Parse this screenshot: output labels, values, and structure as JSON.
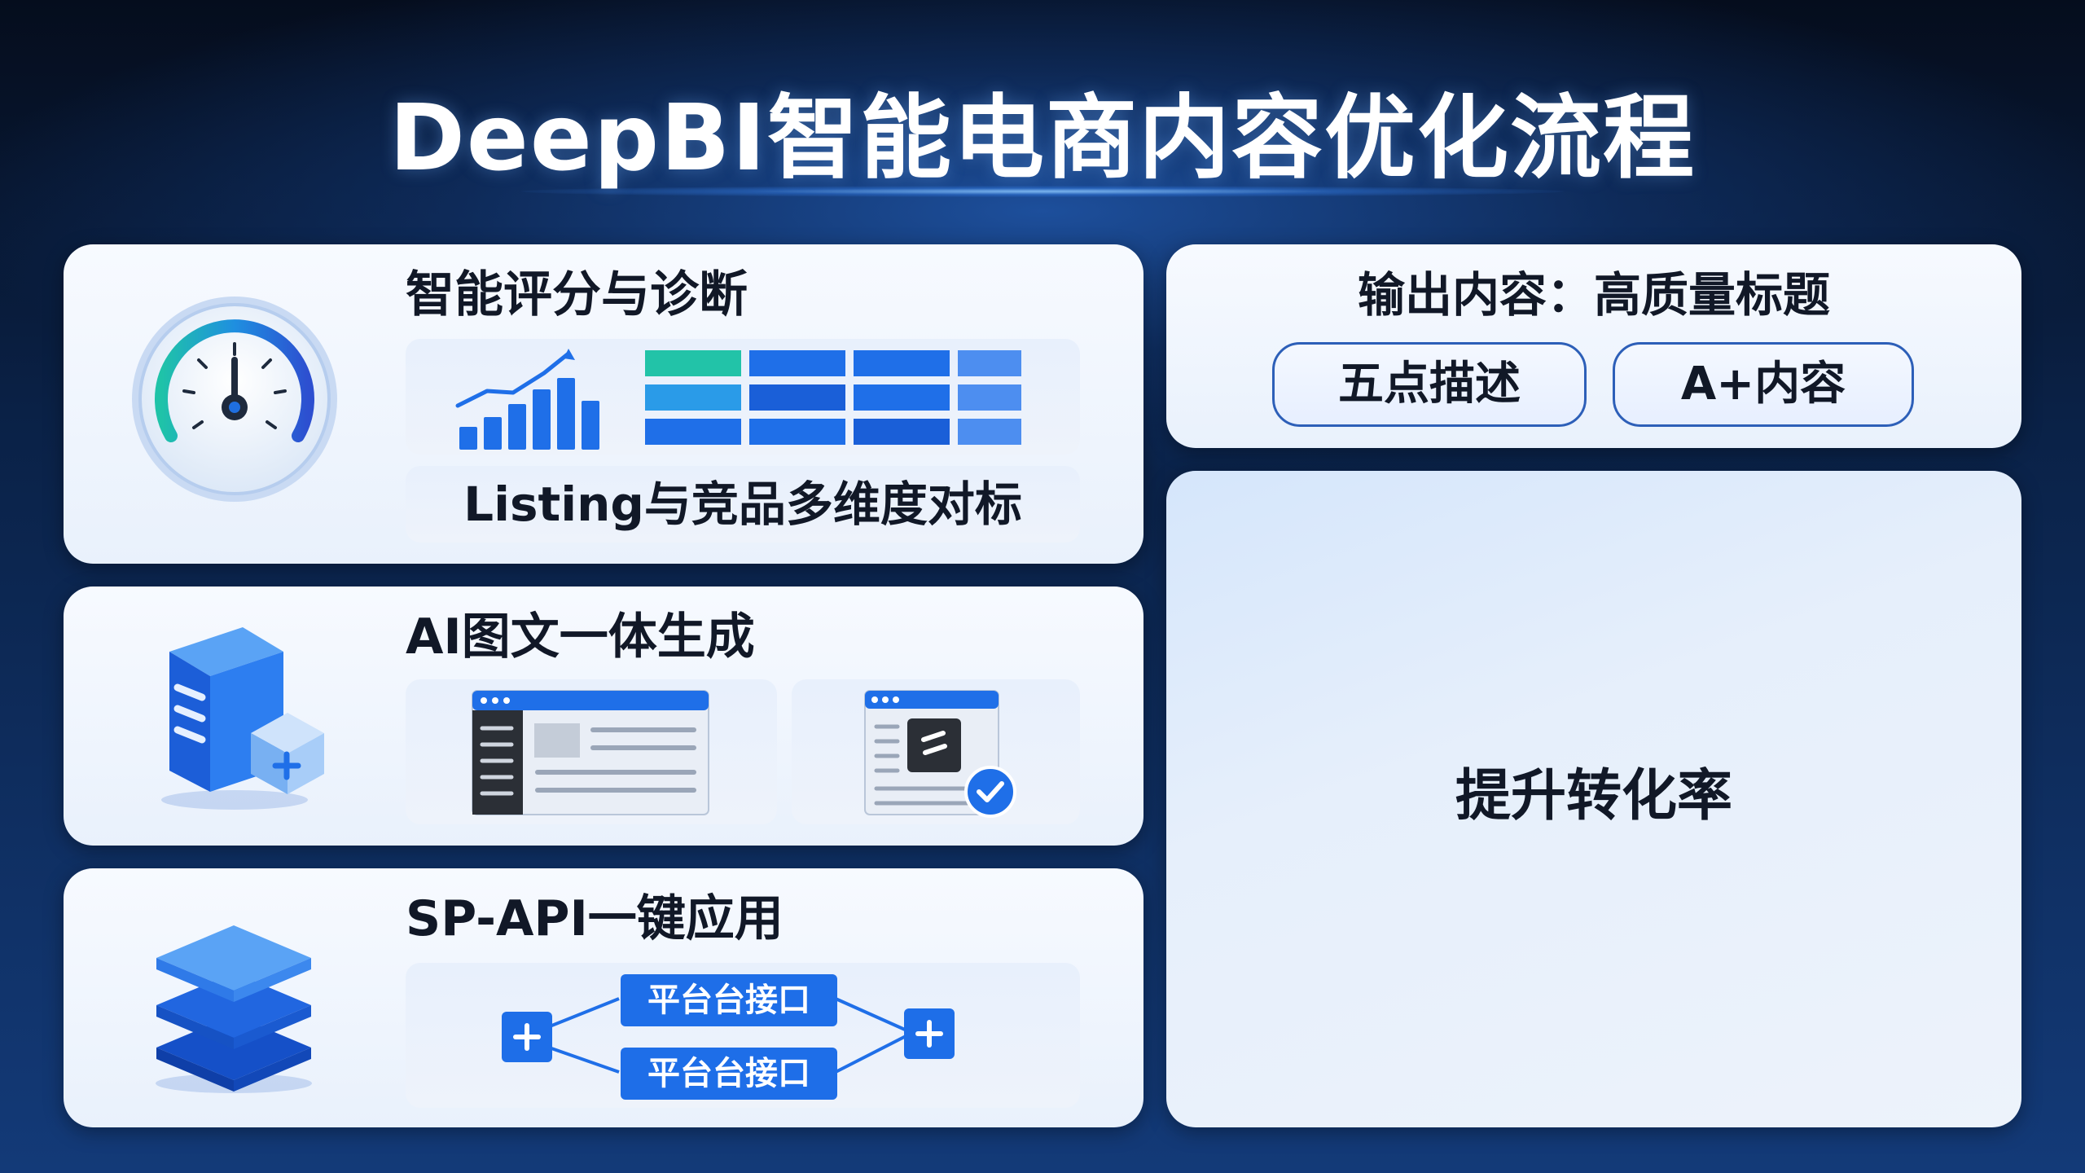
{
  "title": "DeepBI智能电商内容优化流程",
  "colors": {
    "accent": "#1e6ee8",
    "teal": "#1fc3a8",
    "card": "#f3f7fd",
    "text": "#111827"
  },
  "cards": {
    "scoring": {
      "title": "智能评分与诊断",
      "benchmark_label": "Listing与竞品多维度对标",
      "icon": "speedometer-gauge-icon",
      "chart_icon": "growth-bar-chart-icon",
      "grid_icon": "data-grid-icon"
    },
    "generation": {
      "title": "AI图文一体生成",
      "icon": "document-cube-plus-icon",
      "panel_left_icon": "webpage-layout-icon",
      "panel_right_icon": "verified-webpage-icon"
    },
    "api": {
      "title": "SP-API一键应用",
      "icon": "stacked-layers-icon",
      "node_top": "平台台接口",
      "node_bottom": "平台台接口"
    },
    "output": {
      "title": "输出内容：高质量标题",
      "pill_left": "五点描述",
      "pill_right": "A+内容"
    },
    "result": {
      "label": "提升转化率"
    }
  }
}
